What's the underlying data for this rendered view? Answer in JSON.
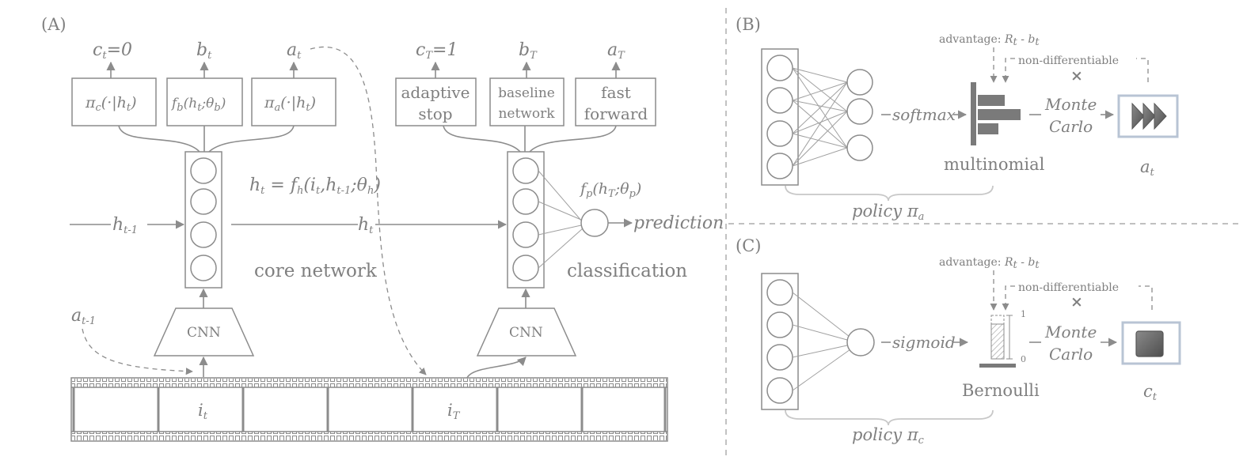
{
  "panel_a": {
    "label": "(A)",
    "step_t": {
      "c_out": "c",
      "c_out_sub": "t",
      "c_out_val": "=0",
      "b_out": "b",
      "b_out_sub": "t",
      "a_out": "a",
      "a_out_sub": "t",
      "box_c": "π",
      "box_c_sub": "c",
      "box_c_rest": "(·|h",
      "box_c_sub2": "t",
      "box_c_end": ")",
      "box_b": "f",
      "box_b_sub": "b",
      "box_b_rest": "(h",
      "box_b_sub2": "t",
      "box_b_rest2": ";θ",
      "box_b_sub3": "b",
      "box_b_end": ")",
      "box_a": "π",
      "box_a_sub": "a",
      "box_a_rest": "(·|h",
      "box_a_sub2": "t",
      "box_a_end": ")",
      "h_in": "h",
      "h_in_sub": "t-1",
      "h_out": "h",
      "h_out_sub": "t",
      "cnn_label": "CNN",
      "core_label": "core network",
      "a_prev": "a",
      "a_prev_sub": "t-1"
    },
    "equation": {
      "p1": "h",
      "s1": "t",
      "p2": " = f",
      "s2": "h",
      "p3": "(i",
      "s3": "t",
      "p4": ",h",
      "s4": "t-1",
      "p5": ";θ",
      "s5": "h",
      "p6": ")"
    },
    "step_T": {
      "c_out": "c",
      "c_out_sub": "T",
      "c_out_val": "=1",
      "b_out": "b",
      "b_out_sub": "T",
      "a_out": "a",
      "a_out_sub": "T",
      "box_stop_1": "adaptive",
      "box_stop_2": "stop",
      "box_base_1": "baseline",
      "box_base_2": "network",
      "box_ff_1": "fast",
      "box_ff_2": "forward",
      "fp": "f",
      "fp_sub": "p",
      "fp_rest": "(h",
      "fp_sub2": "T",
      "fp_rest2": ";θ",
      "fp_sub3": "p",
      "fp_end": ")",
      "prediction": "prediction",
      "cnn_label": "CNN",
      "class_label": "classification"
    },
    "frames": {
      "frame_t": "i",
      "frame_t_sub": "t",
      "frame_T": "i",
      "frame_T_sub": "T"
    }
  },
  "panel_b": {
    "label": "(B)",
    "advantage": "advantage: ",
    "adv_r": "R",
    "adv_r_sub": "t",
    "adv_minus": " - b",
    "adv_b_sub": "t",
    "nondiff": "non-differentiable",
    "softmax": "softmax",
    "mc1": "Monte",
    "mc2": "Carlo",
    "dist": "multinomial",
    "action": "a",
    "action_sub": "t",
    "policy": "policy π",
    "policy_sub": "a"
  },
  "panel_c": {
    "label": "(C)",
    "advantage": "advantage: ",
    "adv_r": "R",
    "adv_r_sub": "t",
    "adv_minus": " - b",
    "adv_b_sub": "t",
    "nondiff": "non-differentiable",
    "sigmoid": "sigmoid",
    "mc1": "Monte",
    "mc2": "Carlo",
    "dist": "Bernoulli",
    "tick_top": "1",
    "tick_bottom": "0",
    "action": "c",
    "action_sub": "t",
    "policy": "policy π",
    "policy_sub": "c"
  },
  "colors": {
    "line": "#8c8c8c",
    "text": "#7f7f7f",
    "button_face": "#6b6b6b",
    "button_border": "#b8c4d4"
  }
}
